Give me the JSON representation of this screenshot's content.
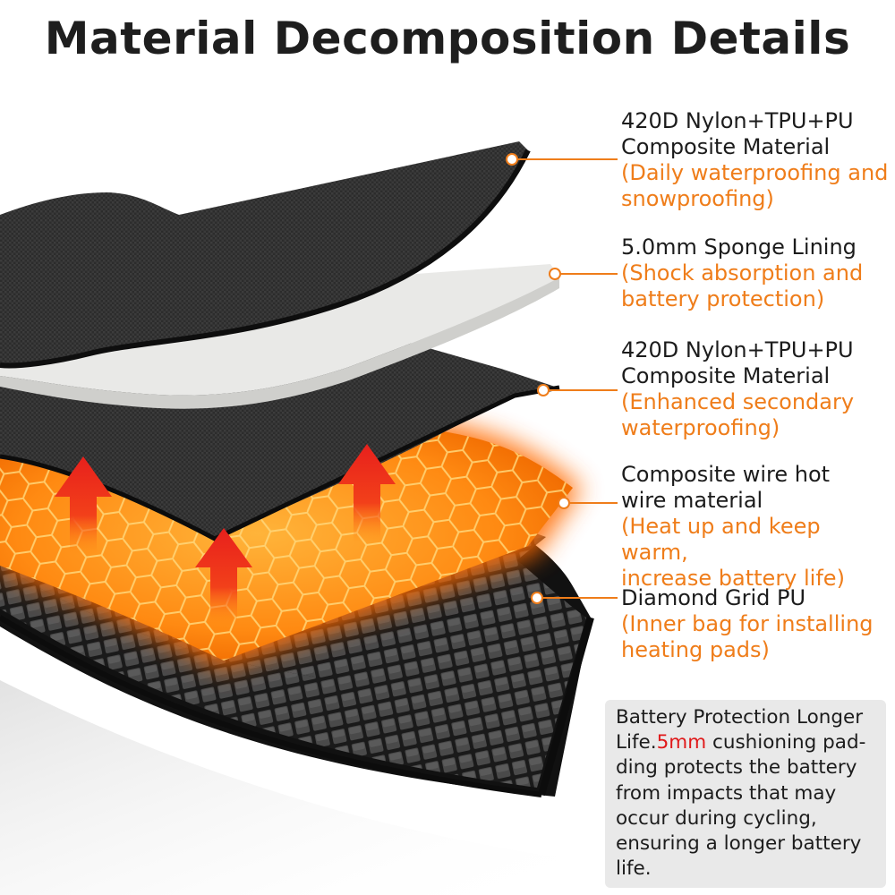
{
  "title": "Material Decomposition Details",
  "callouts": [
    {
      "name_lines": [
        "420D Nylon+TPU+PU",
        "Composite Material"
      ],
      "desc_lines": [
        "(Daily waterproofing and",
        "snowproofing)"
      ]
    },
    {
      "name_lines": [
        "5.0mm Sponge Lining"
      ],
      "desc_lines": [
        "(Shock absorption and",
        "battery protection)"
      ]
    },
    {
      "name_lines": [
        "420D Nylon+TPU+PU",
        "Composite Material"
      ],
      "desc_lines": [
        "(Enhanced secondary",
        "waterproofing)"
      ]
    },
    {
      "name_lines": [
        "Composite wire hot",
        "wire material"
      ],
      "desc_lines": [
        "(Heat up and keep warm,",
        "increase battery life)"
      ]
    },
    {
      "name_lines": [
        "Diamond Grid PU"
      ],
      "desc_lines": [
        "(Inner bag for installing",
        "heating pads)"
      ]
    }
  ],
  "note": {
    "line1": "Battery Protection Longer",
    "line2_prefix": "Life.",
    "line2_highlight": "5mm",
    "line2_suffix": " cushioning pad-",
    "line3": "ding protects the battery",
    "line4": "from impacts that may",
    "line5": "occur during cycling,",
    "line6": "ensuring a longer battery",
    "line7": "life."
  },
  "colors": {
    "accent": "#ef7d1a",
    "highlight": "#e0191a",
    "heat_orange": "#ff9a1e",
    "arrow_red": "#e8201c",
    "fabric_dark": "#2a2a2a",
    "sponge": "#e6e6e6"
  }
}
